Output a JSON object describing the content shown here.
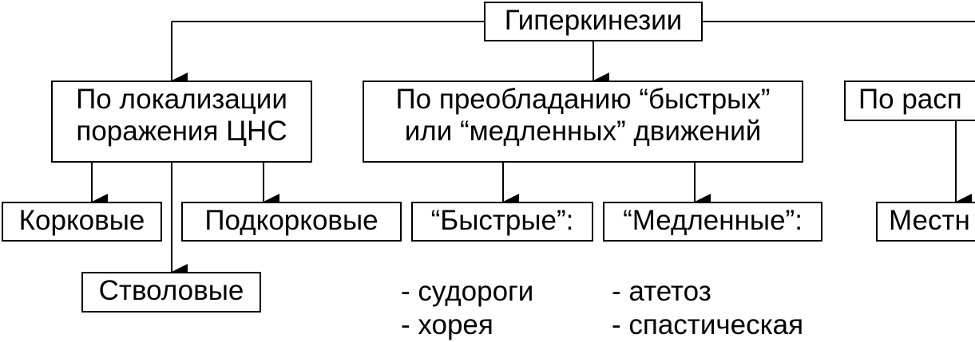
{
  "root": {
    "label": "Гиперкинезии"
  },
  "categories": {
    "localization": {
      "line1": "По локализации",
      "line2": "поражения ЦНС"
    },
    "speed": {
      "line1": "По преобладанию “быстрых”",
      "line2": "или “медленных” движений"
    },
    "distribution": {
      "label": "По расп"
    }
  },
  "subtypes": {
    "cortical": "Корковые",
    "subcortical": "Подкорковые",
    "brainstem": "Стволовые",
    "fast": "“Быстрые”:",
    "slow": "“Медленные”:",
    "local": "Местн"
  },
  "lists": {
    "fast": [
      "- судороги",
      "- хорея"
    ],
    "slow": [
      "- атетоз",
      "- спастическая"
    ]
  },
  "colors": {
    "line": "#000000",
    "background": "#ffffff"
  }
}
